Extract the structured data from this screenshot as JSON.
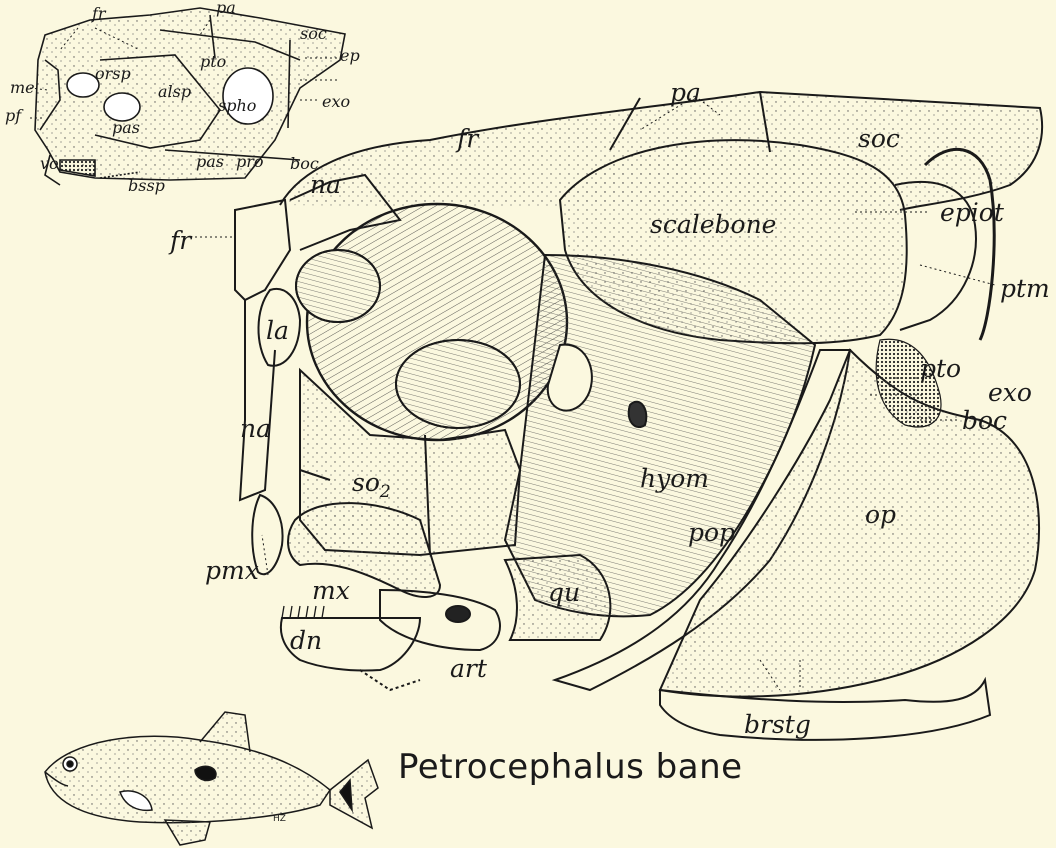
{
  "figure": {
    "caption": "Petrocephalus bane",
    "artist_initials": "HZ"
  },
  "inset_skull_labels": {
    "fr": "fr",
    "pa": "pa",
    "soc": "soc",
    "me": "me",
    "orsp": "orsp",
    "pto": "pto",
    "ep": "ep",
    "alsp": "alsp",
    "spho": "spho",
    "pf": "pf",
    "pas_upper": "pas",
    "exo": "exo",
    "vo": "vo",
    "pas_lower": "pas",
    "pro": "pro",
    "boc": "boc",
    "bssp": "bssp"
  },
  "main_skull_labels": {
    "pa": "pa",
    "soc": "soc",
    "fr_top": "fr",
    "na_top": "na",
    "scalebone": "scalebone",
    "epiot": "epiot",
    "fr_left": "fr",
    "ptm": "ptm",
    "la": "la",
    "pto": "pto",
    "exo": "exo",
    "na_left": "na",
    "boc": "boc",
    "so2": "so",
    "so2_sub": "2",
    "hyom": "hyom",
    "op": "op",
    "pop": "pop",
    "pmx": "pmx",
    "mx": "mx",
    "qu": "qu",
    "dn": "dn",
    "art": "art",
    "brstg": "brstg"
  },
  "colors": {
    "paper": "#fbf8df",
    "ink": "#1a1a1a"
  }
}
